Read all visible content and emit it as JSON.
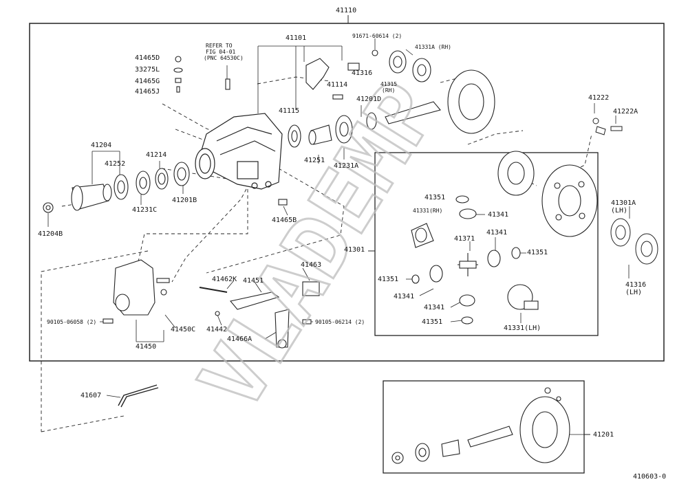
{
  "diagram": {
    "main_assembly": "41110",
    "diagram_code": "410603-0",
    "watermark": "VLADEMP",
    "ref_note": [
      "REFER TO",
      "FIG 04-01",
      "(PNC 64530C)"
    ],
    "subassembly_differential": "41301",
    "subassembly_gear_kit": "41201"
  },
  "parts": {
    "p41101": "41101",
    "p91671": "91671-60614 (2)",
    "p41331A": "41331A (RH)",
    "p41465D": "41465D",
    "p33275L": "33275L",
    "p41465G": "41465G",
    "p41465J": "41465J",
    "p41316a": "41316",
    "p41114": "41114",
    "p41315": "41315",
    "p41315sub": "(RH)",
    "p41201D": "41201D",
    "p41222": "41222",
    "p41222A": "41222A",
    "p41115": "41115",
    "p41204": "41204",
    "p41214": "41214",
    "p41252": "41252",
    "p41251": "41251",
    "p41231A": "41231A",
    "p41201B": "41201B",
    "p41231C": "41231C",
    "p41204B": "41204B",
    "p41465B": "41465B",
    "p41351a": "41351",
    "p41331RH": "41331(RH)",
    "p41341a": "41341",
    "p41301A": "41301A",
    "p41301Asub": "(LH)",
    "p41371": "41371",
    "p41341b": "41341",
    "p41351b": "41351",
    "p41351c": "41351",
    "p41341c": "41341",
    "p41341d": "41341",
    "p41351d": "41351",
    "p41331LH": "41331(LH)",
    "p41316b": "41316",
    "p41316bsub": "(LH)",
    "p41463": "41463",
    "p41462K": "41462K",
    "p41451": "41451",
    "p90105a": "90105-06058 (2)",
    "p41450C": "41450C",
    "p41442": "41442",
    "p90105b": "90105-06214 (2)",
    "p41450": "41450",
    "p41466A": "41466A",
    "p41607": "41607"
  }
}
